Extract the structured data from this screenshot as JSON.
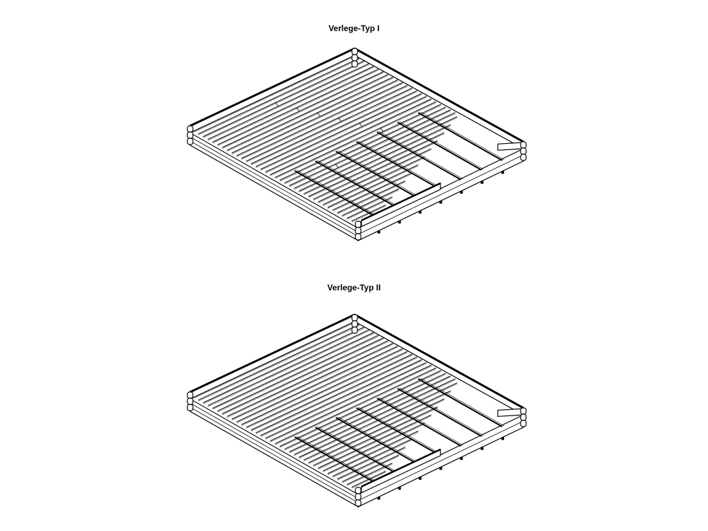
{
  "figures": [
    {
      "title": "Verlege-Typ I",
      "boards_pattern": "staggered"
    },
    {
      "title": "Verlege-Typ II",
      "boards_pattern": "continuous"
    }
  ],
  "colors": {
    "line": "#000000",
    "background": "#ffffff"
  }
}
